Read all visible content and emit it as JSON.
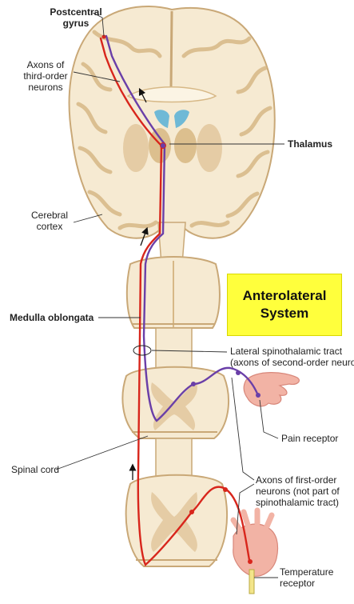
{
  "title": [
    "Anterolateral",
    "System"
  ],
  "labels": {
    "postcentral_gyrus": [
      "Postcentral",
      "gyrus"
    ],
    "axons_third_order": [
      "Axons of",
      "third-order",
      "neurons"
    ],
    "thalamus": "Thalamus",
    "cerebral_cortex": [
      "Cerebral",
      "cortex"
    ],
    "medulla_oblongata": "Medulla oblongata",
    "lateral_spinothalamic_tract": [
      "Lateral spinothalamic tract",
      "(axons of second-order neurons)"
    ],
    "pain_receptor": "Pain receptor",
    "spinal_cord": "Spinal cord",
    "axons_first_order": [
      "Axons of first-order",
      "neurons (not part of",
      "spinothalamic tract)"
    ],
    "temperature_receptor": [
      "Temperature",
      "receptor"
    ]
  },
  "colors": {
    "pain_pathway": "#6a3fa8",
    "temperature_pathway": "#d8261c",
    "tissue": "#f6ead2",
    "gyri": "#eedcb6",
    "gray_matter": "#e3c9a0",
    "ventricle": "#6fb9d6",
    "title_box": "#ffff3c"
  }
}
